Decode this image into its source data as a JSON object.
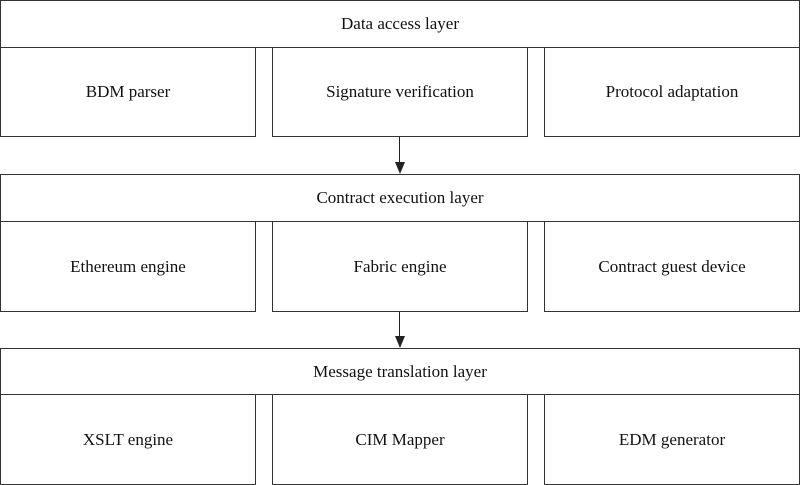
{
  "layers": [
    {
      "title": "Data access layer",
      "modules": [
        "BDM parser",
        "Signature verification",
        "Protocol adaptation"
      ]
    },
    {
      "title": "Contract execution layer",
      "modules": [
        "Ethereum engine",
        "Fabric engine",
        "Contract guest device"
      ]
    },
    {
      "title": "Message translation layer",
      "modules": [
        "XSLT engine",
        "CIM Mapper",
        "EDM generator"
      ]
    }
  ]
}
